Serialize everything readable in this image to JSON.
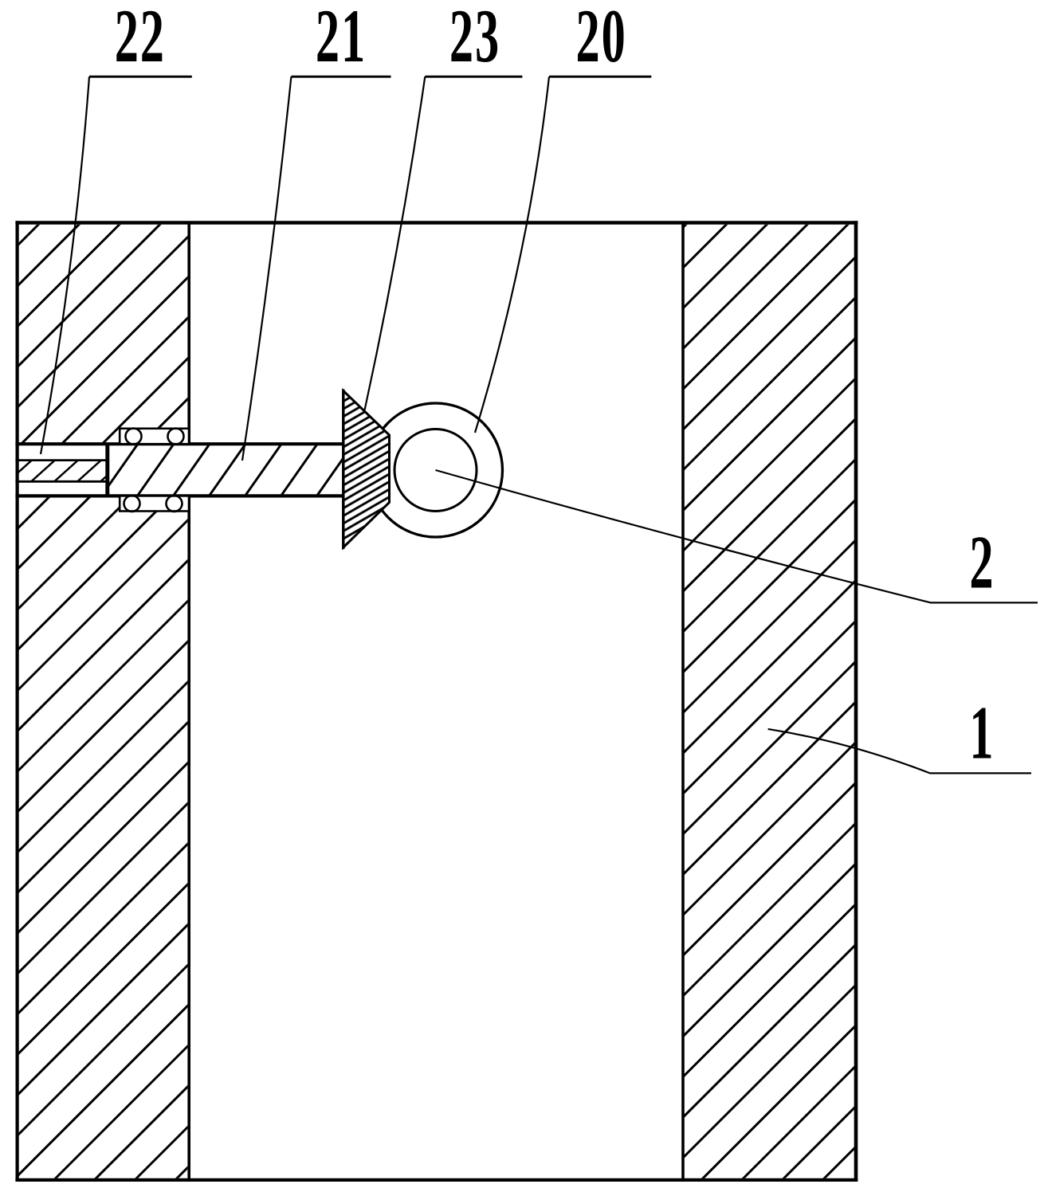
{
  "figure": {
    "kind": "patent-technical-drawing",
    "background_color": "#ffffff",
    "line_color": "#000000",
    "callouts": {
      "top": [
        {
          "text": "22"
        },
        {
          "text": "21"
        },
        {
          "text": "23"
        },
        {
          "text": "20"
        }
      ],
      "right": [
        {
          "text": "2"
        },
        {
          "text": "1"
        }
      ]
    }
  }
}
